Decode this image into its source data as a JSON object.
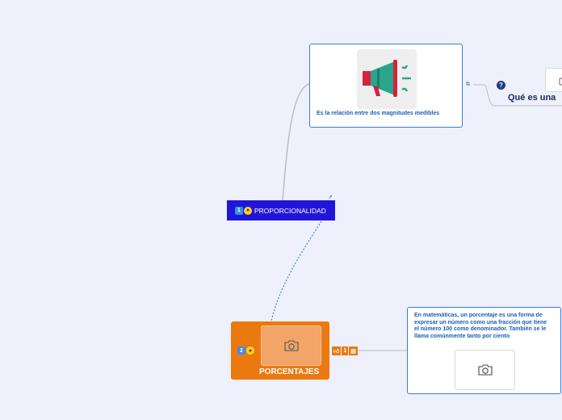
{
  "nodes": {
    "proporcionalidad": {
      "label": "PROPORCIONALIDAD",
      "number": "1"
    },
    "porcentajes": {
      "label": "PORCENTAJES",
      "number": "2"
    },
    "definicion_proporcion": {
      "text": "Es la relación entre dos magnitudes medibles"
    },
    "pregunta": {
      "title": "Qué es una",
      "badge": "?"
    },
    "definicion_porcentaje": {
      "text": "En matemáticas, un porcentaje es una forma de expresar un número como una fracción que tiene el número 100 como denominador. También se le llama comúnmente tanto por ciento"
    },
    "porcentajes_side": {
      "count": "1"
    }
  },
  "icons": [
    "camera-icon",
    "megaphone-icon",
    "emoji-icon",
    "question-icon",
    "link-icon",
    "thumbs-up-icon",
    "note-icon"
  ],
  "colors": {
    "background": "#eef0fb",
    "central_node": "#2016d9",
    "porcentajes_node": "#ea7a10",
    "card_border": "#3a7be0",
    "card_text": "#1a5fb4",
    "megaphone": "#2aa68c",
    "megaphone_accent": "#d8213c"
  }
}
